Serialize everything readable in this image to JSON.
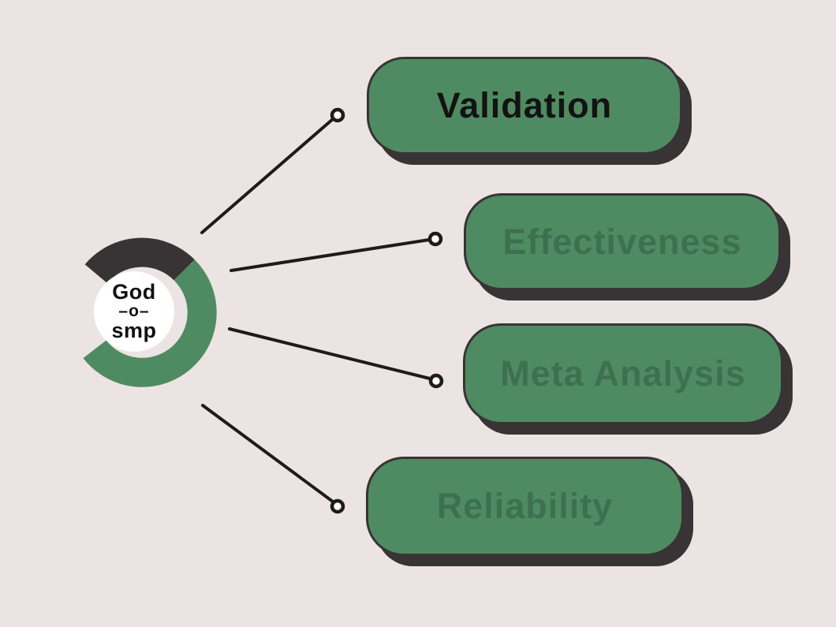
{
  "colors": {
    "background": "#ece4e2",
    "node_fill": "#4f8b62",
    "outline": "#383435",
    "active_text": "#141213",
    "muted_text": "#3d7051",
    "connector": "#1e1b1c",
    "hub_dark_arc": "#383435",
    "hub_green_arc": "#4f8b62",
    "hub_center_fill": "#ffffff"
  },
  "hub": {
    "line1": "God",
    "line2": "–o–",
    "line3": "smp"
  },
  "nodes": [
    {
      "label": "Validation",
      "emphasis": "active"
    },
    {
      "label": "Effectiveness",
      "emphasis": "muted"
    },
    {
      "label": "Meta Analysis",
      "emphasis": "muted"
    },
    {
      "label": "Reliability",
      "emphasis": "muted"
    }
  ]
}
